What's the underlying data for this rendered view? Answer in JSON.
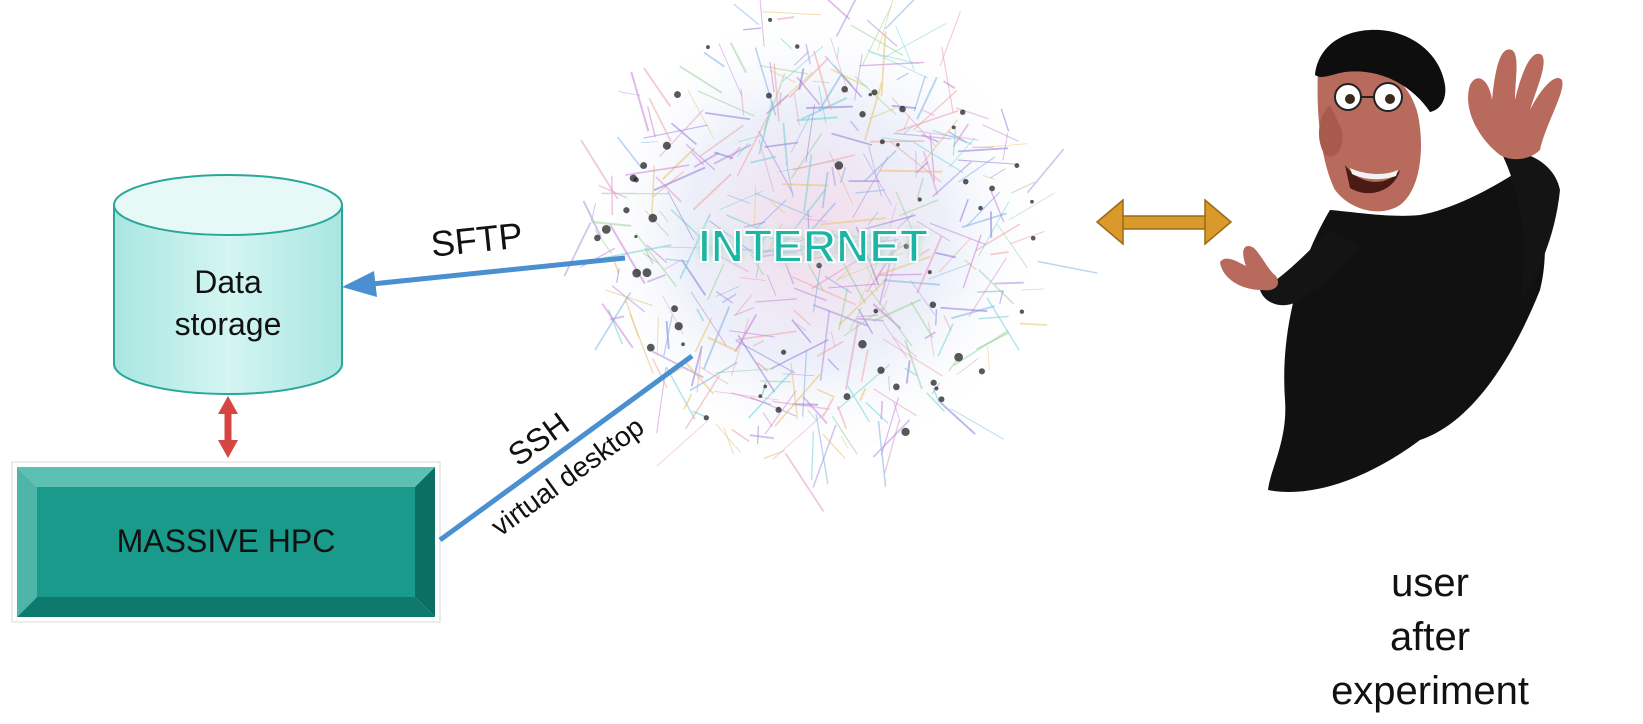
{
  "diagram": {
    "internet_label": "INTERNET",
    "storage_label_line1": "Data",
    "storage_label_line2": "storage",
    "hpc_label": "MASSIVE HPC",
    "sftp_label": "SFTP",
    "ssh_label": "SSH",
    "vdesktop_label": "virtual desktop",
    "user_caption": [
      "user",
      "after",
      "experiment"
    ]
  },
  "colors": {
    "storage_fill": "#c9f1ee",
    "storage_stroke": "#2aa69a",
    "hpc_fill": "#1a9a8a",
    "hpc_bevel_light": "#5cc0b3",
    "hpc_bevel_dark": "#0d6f64",
    "blue_arrow": "#4a90d0",
    "red_arrow": "#d64541",
    "orange_arrow": "#d99a2b",
    "internet_text": "#1db4a4"
  },
  "icons": {
    "internet": "network-cloud-icon",
    "user": "person-illustration"
  }
}
